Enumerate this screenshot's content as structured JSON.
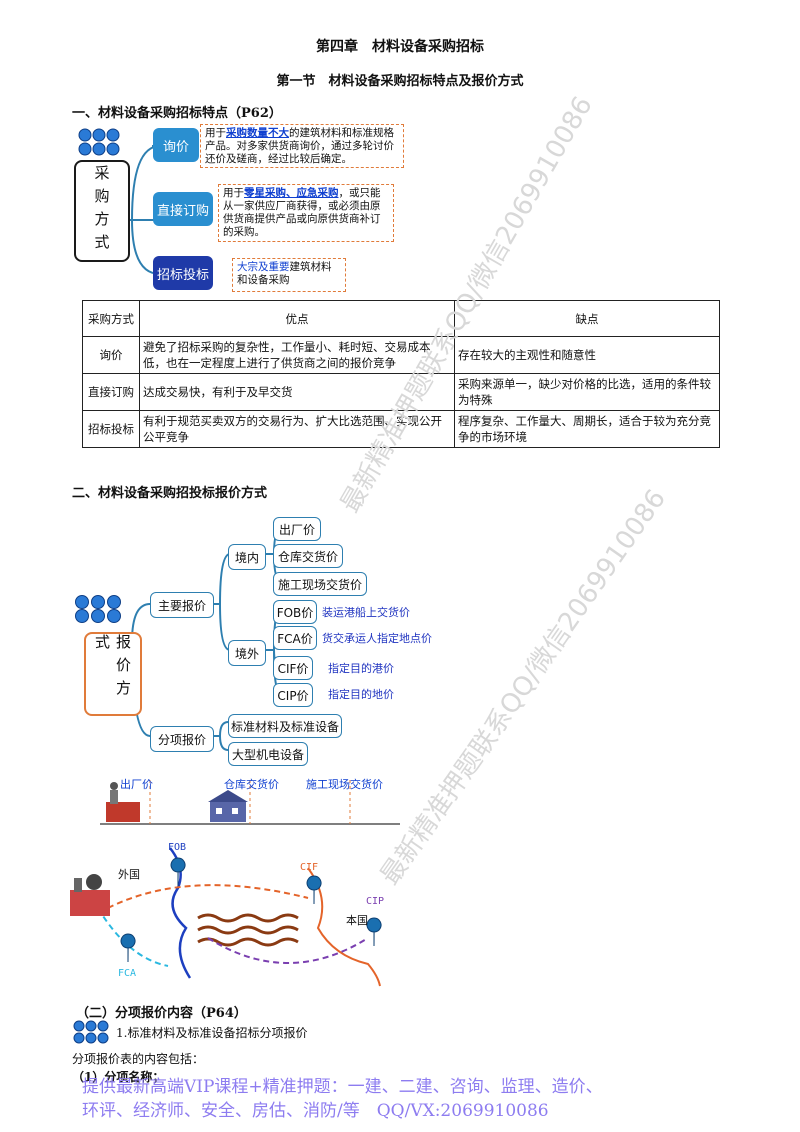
{
  "chapter_title": "第四章　材料设备采购招标",
  "section_title": "第一节　材料设备采购招标特点及报价方式",
  "heading1": "一、材料设备采购招标特点（P62）",
  "mind1": {
    "root": "采购方式",
    "nodes": [
      "询价",
      "直接订购",
      "招标投标"
    ],
    "notes": [
      {
        "pre": "用于",
        "hl": "采购数量不大",
        "post": "的建筑材料和标准规格产品。对多家供货商询价，通过多轮讨价还价及磋商，经过比较后确定。"
      },
      {
        "pre": "用于",
        "hl": "零星采购、应急采购",
        "post": "，或只能从一家供应厂商获得，或必须由原供货商提供产品或向原供货商补订的采购。"
      },
      {
        "pre": "",
        "hl": "大宗及重要",
        "post": "建筑材料和设备采购"
      }
    ]
  },
  "table": {
    "headers": [
      "采购方式",
      "优点",
      "缺点"
    ],
    "rows": [
      [
        "询价",
        "避免了招标采购的复杂性，工作量小、耗时短、交易成本低，也在一定程度上进行了供货商之间的报价竞争",
        "存在较大的主观性和随意性"
      ],
      [
        "直接订购",
        "达成交易快，有利于及早交货",
        "采购来源单一，缺少对价格的比选，适用的条件较为特殊"
      ],
      [
        "招标投标",
        "有利于规范买卖双方的交易行为、扩大比选范围、实现公开公平竞争",
        "程序复杂、工作量大、周期长，适合于较为充分竞争的市场环境"
      ]
    ]
  },
  "heading2": "二、材料设备采购招投标报价方式",
  "mind2": {
    "root": "报价方式",
    "main": "主要报价",
    "sub": "分项报价",
    "domestic": "境内",
    "foreign": "境外",
    "domestic_items": [
      "出厂价",
      "仓库交货价",
      "施工现场交货价"
    ],
    "foreign_items": [
      "FOB价",
      "FCA价",
      "CIF价",
      "CIP价"
    ],
    "foreign_notes": [
      "装运港船上交货价",
      "货交承运人指定地点价",
      "指定目的港价",
      "指定目的地价"
    ],
    "sub_items": [
      "标准材料及标准设备",
      "大型机电设备"
    ]
  },
  "timeline": [
    "出厂价",
    "仓库交货价",
    "施工现场交货价"
  ],
  "map": {
    "fob": "FOB",
    "cif": "CIF",
    "cip": "CIP",
    "fca": "FCA",
    "foreign": "外国",
    "home": "本国"
  },
  "heading3": "（二）分项报价内容（P64）",
  "item1": "1.标准材料及标准设备招标分项报价",
  "para1": "分项报价表的内容包括：",
  "item2": "（1）分项名称；",
  "watermark": "最新精准押题联系QQ/微信2069910086",
  "footer": [
    "提供最新高端VIP课程+精准押题：一建、二建、咨询、监理、造价、",
    "环评、经济师、安全、房估、消防/等　QQ/VX:2069910086"
  ],
  "colors": {
    "node_blue": "#1f6fb2",
    "node_dark": "#1f3aa8",
    "accent_orange": "#e07b3a",
    "note_blue": "#2034c0"
  }
}
